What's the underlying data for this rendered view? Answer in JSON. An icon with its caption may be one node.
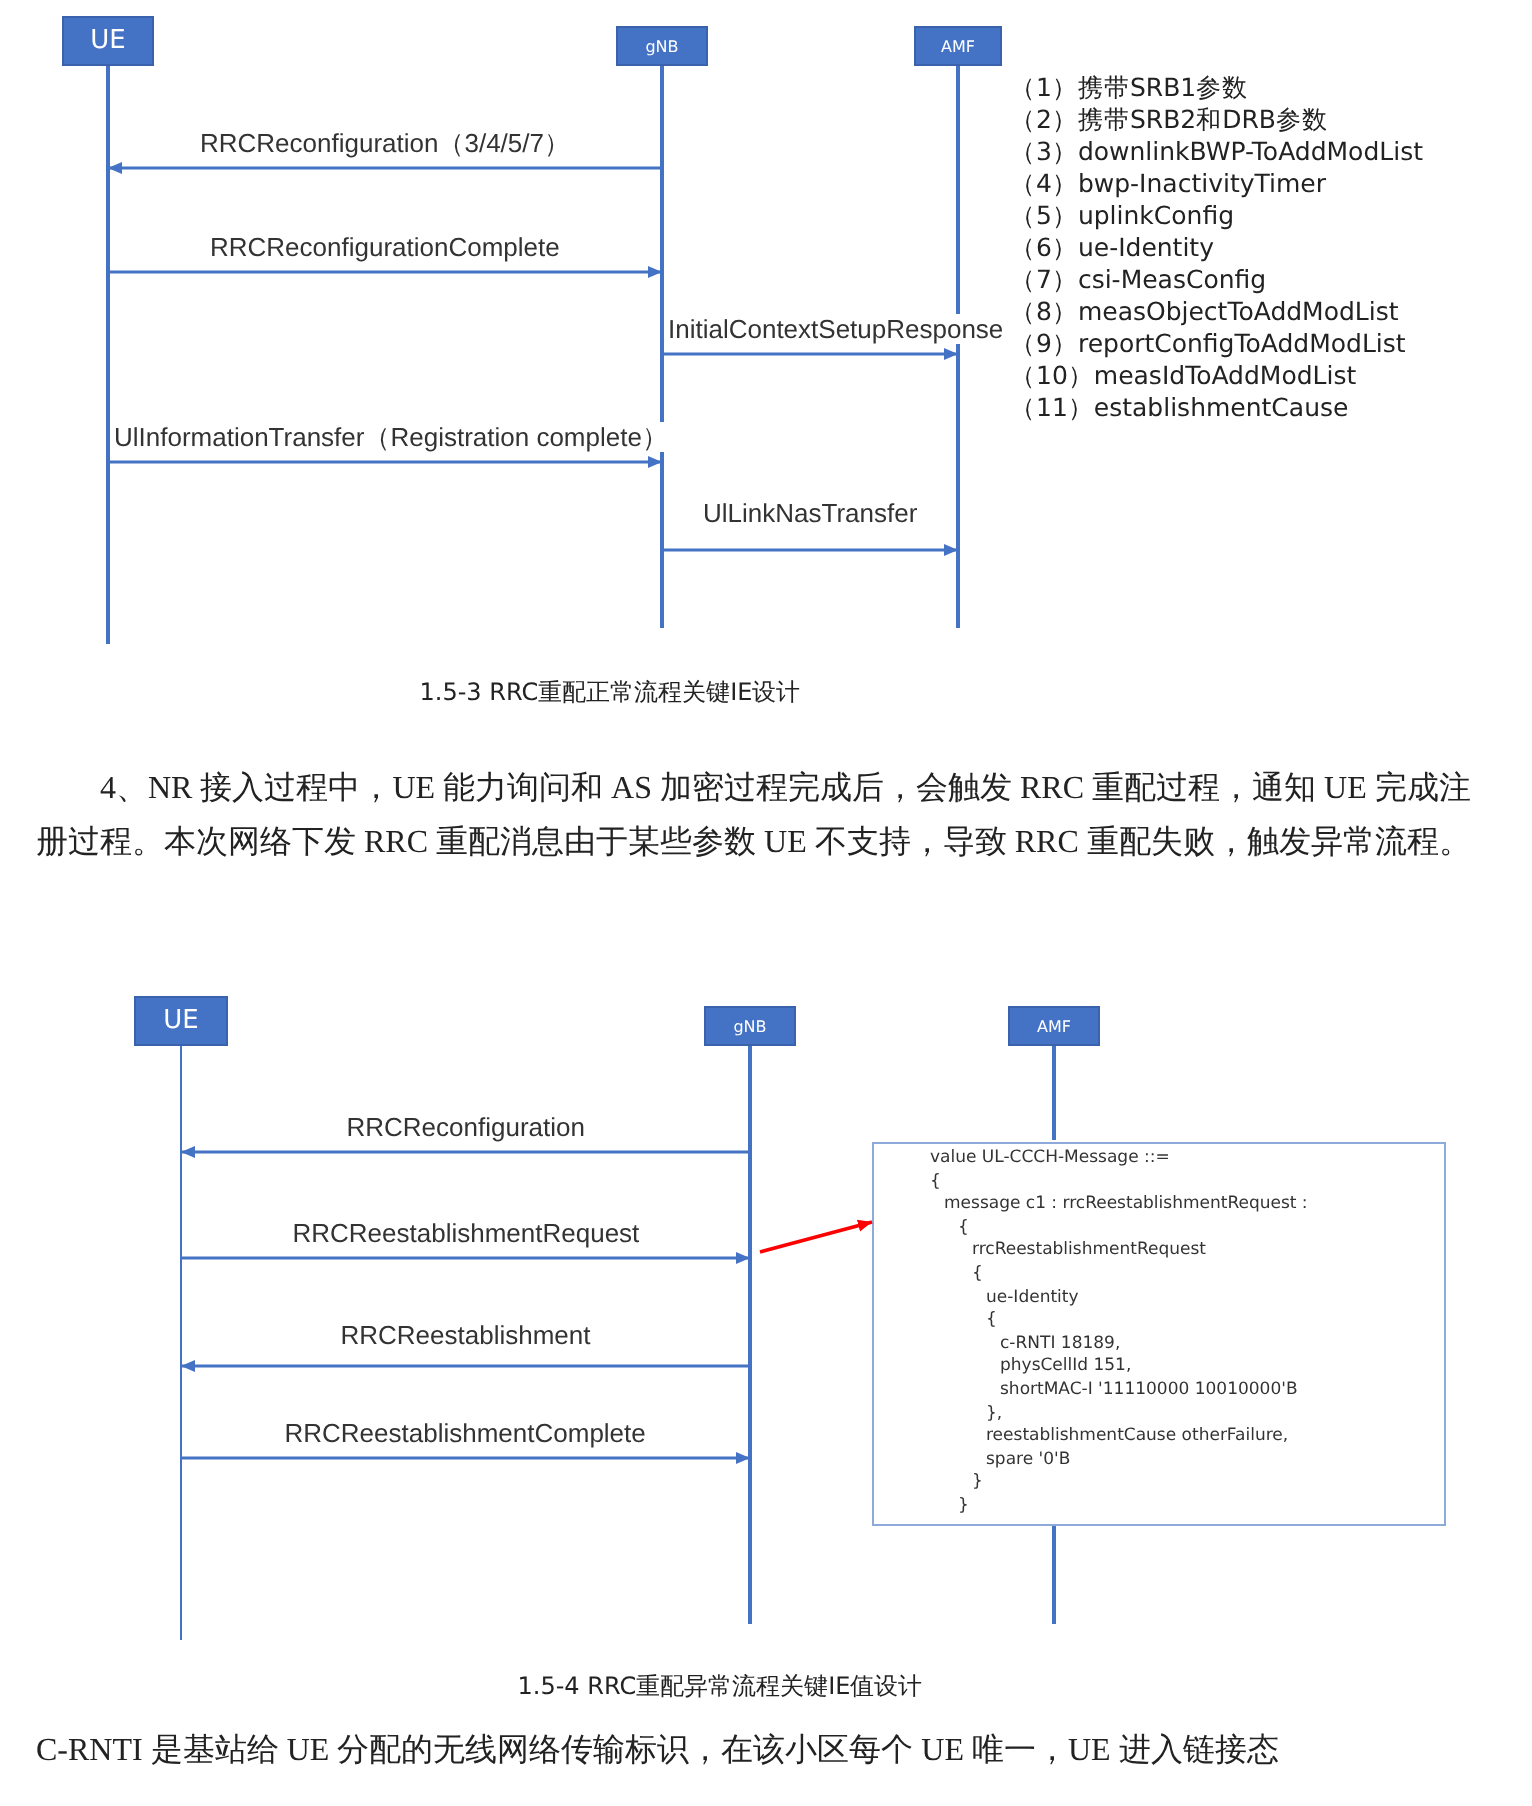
{
  "diagram": {
    "nodes": [
      {
        "text": [
          "UE"
        ]
      },
      {
        "text": [
          "gNB"
        ]
      },
      {
        "text": [
          "AMF"
        ]
      },
      {
        "text": [
          "UE"
        ]
      },
      {
        "text": [
          "gNB"
        ]
      },
      {
        "text": [
          "AMF"
        ]
      },
      {
        "text": [
          "value UL-CCCH-Message ::=",
          "{",
          "message c1 : rrcReestablishmentRequest :",
          "{",
          "rrcReestablishmentRequest",
          "{",
          "ue-Identity",
          "{",
          "c-RNTI 18189,",
          "physCellId 151,",
          "shortMAC-I '11110000 10010000'B",
          "},",
          "reestablishmentCause otherFailure,",
          "spare '0'B",
          "}",
          "}"
        ]
      }
    ],
    "edges": [
      {
        "from": 1,
        "to": 0,
        "arrow": "to",
        "label": "RRCReconfiguration（3/4/5/7）"
      },
      {
        "from": 0,
        "to": 1,
        "arrow": "to",
        "label": "RRCReconfigurationComplete"
      },
      {
        "from": 1,
        "to": 2,
        "arrow": "to",
        "label": "InitialContextSetupResponse"
      },
      {
        "from": 0,
        "to": 1,
        "arrow": "to",
        "label": "UlInformationTransfer（Registration complete）"
      },
      {
        "from": 1,
        "to": 2,
        "arrow": "to",
        "label": "UlLinkNasTransfer"
      },
      {
        "from": 4,
        "to": 3,
        "arrow": "to",
        "label": "RRCReconfiguration"
      },
      {
        "from": 3,
        "to": 4,
        "arrow": "to",
        "label": "RRCReestablishmentRequest"
      },
      {
        "from": 4,
        "to": 3,
        "arrow": "to",
        "label": "RRCReestablishment"
      },
      {
        "from": 3,
        "to": 4,
        "arrow": "to",
        "label": "RRCReestablishmentComplete"
      },
      {
        "from": 4,
        "to": 6,
        "arrow": "to",
        "color": "#ff0000"
      }
    ],
    "labels": [
      "（1）携带SRB1参数",
      "（2）携带SRB2和DRB参数",
      "（3）downlinkBWP-ToAddModList",
      "（4）bwp-InactivityTimer",
      "（5）uplinkConfig",
      "（6）ue-Identity",
      "（7）csi-MeasConfig",
      "（8）measObjectToAddModList",
      "（9）reportConfigToAddModList",
      "（10）measIdToAddModList",
      "（11）establishmentCause",
      "1.5-3 RRC重配正常流程关键IE设计",
      "4、NR 接入过程中，UE 能力询问和 AS 加密过程完成后，会触发 RRC 重配过程，通知 UE 完成注册过程。本次网络下发 RRC 重配消息由于某些参数 UE 不支持，导致 RRC 重配失败，触发异常流程。",
      "1.5-4 RRC重配异常流程关键IE值设计",
      "C-RNTI 是基站给 UE 分配的无线网络传输标识，在该小区每个 UE 唯一，UE 进入链接态"
    ]
  }
}
